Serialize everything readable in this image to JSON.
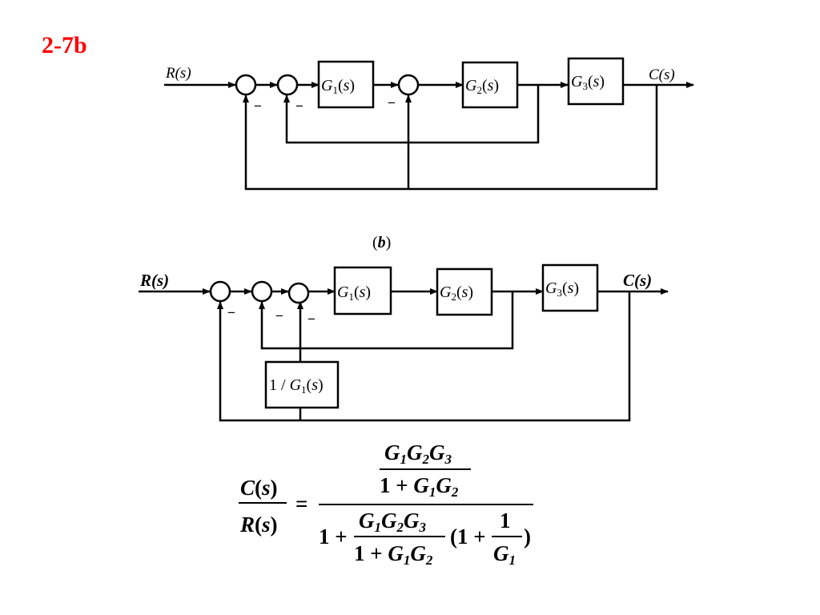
{
  "title": "2-7b",
  "title_color": "#ff0000",
  "diagram_top": {
    "input_label": "R(s)",
    "output_label": "C(s)",
    "blocks": [
      "G1(s)",
      "G2(s)",
      "G3(s)"
    ],
    "summing_junctions": 3,
    "minus_sign": "−"
  },
  "caption": "(b)",
  "diagram_bottom": {
    "input_label": "R(s)",
    "output_label": "C(s)",
    "blocks": [
      "G1(s)",
      "G2(s)",
      "G3(s)",
      "1/G1(s)"
    ],
    "summing_junctions": 3,
    "minus_sign": "−"
  },
  "formula": "C(s)/R(s) = [G1G2G3/(1+G1G2)] / [1 + G1G2G3/(1+G1G2) · (1 + 1/G1)]"
}
